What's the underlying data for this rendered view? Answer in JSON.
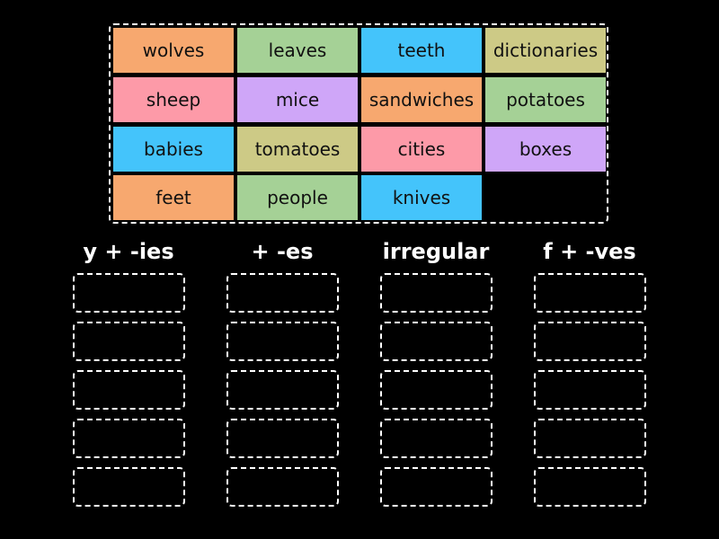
{
  "activity": {
    "type": "group-sort",
    "tiles": [
      {
        "label": "wolves",
        "color": "#f7a86f"
      },
      {
        "label": "leaves",
        "color": "#a5d196"
      },
      {
        "label": "teeth",
        "color": "#44c4fb"
      },
      {
        "label": "dictionaries",
        "color": "#cdca86"
      },
      {
        "label": "sheep",
        "color": "#fd9aa8"
      },
      {
        "label": "mice",
        "color": "#cfa6f8"
      },
      {
        "label": "sandwiches",
        "color": "#f7a86f"
      },
      {
        "label": "potatoes",
        "color": "#a5d196"
      },
      {
        "label": "babies",
        "color": "#44c4fb"
      },
      {
        "label": "tomatoes",
        "color": "#cdca86"
      },
      {
        "label": "cities",
        "color": "#fd9aa8"
      },
      {
        "label": "boxes",
        "color": "#cfa6f8"
      },
      {
        "label": "feet",
        "color": "#f7a86f"
      },
      {
        "label": "people",
        "color": "#a5d196"
      },
      {
        "label": "knives",
        "color": "#44c4fb"
      }
    ],
    "groups": [
      {
        "heading": "y + -ies",
        "slots": 5
      },
      {
        "heading": "+ -es",
        "slots": 5
      },
      {
        "heading": "irregular",
        "slots": 5
      },
      {
        "heading": "f + -ves",
        "slots": 5
      }
    ]
  }
}
